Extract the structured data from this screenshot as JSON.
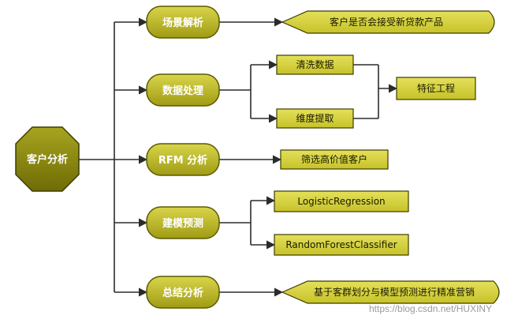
{
  "root": {
    "label": "客户分析"
  },
  "branches": [
    {
      "label": "场景解析"
    },
    {
      "label": "数据处理"
    },
    {
      "label": "RFM 分析"
    },
    {
      "label": "建模预测"
    },
    {
      "label": "总结分析"
    }
  ],
  "leaves": {
    "scene_result": "客户是否会接受新贷款产品",
    "clean_data": "清洗数据",
    "dim_extract": "维度提取",
    "feature_eng": "特征工程",
    "rfm_result": "筛选高价值客户",
    "model_lr": "LogisticRegression",
    "model_rf": "RandomForestClassifier",
    "summary_result": "基于客群划分与模型预测进行精准营销"
  },
  "watermark": "https://blog.csdn.net/HUXINY",
  "colors": {
    "root_fill": "#8a8a0a",
    "node_fill": "#b8b42a",
    "leaf_fill": "#d6d23a",
    "line": "#2b2b2b"
  }
}
